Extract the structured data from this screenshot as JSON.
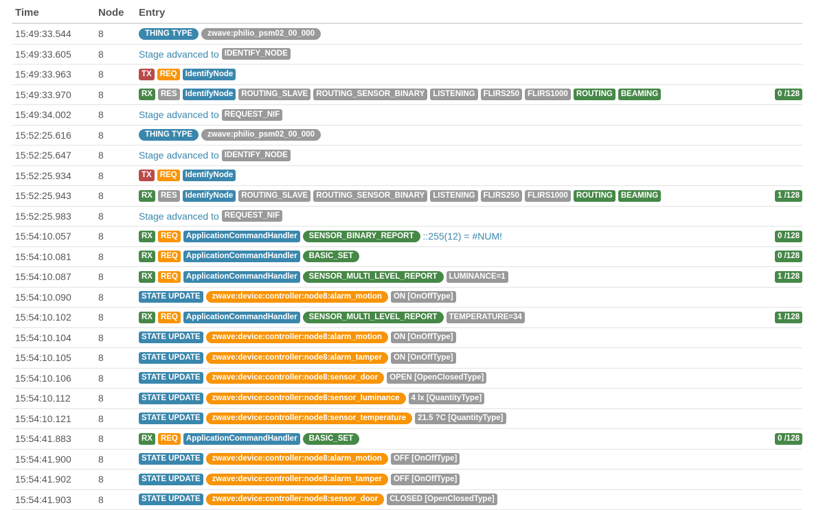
{
  "headers": {
    "time": "Time",
    "node": "Node",
    "entry": "Entry"
  },
  "colors": {
    "blue": "#3a87ad",
    "gray": "#999999",
    "red": "#b94a48",
    "orange": "#f89406",
    "green": "#468847"
  },
  "rows": [
    {
      "time": "15:49:33.544",
      "node": "8",
      "entry": [
        {
          "t": "THING TYPE",
          "c": "blue",
          "pill": true
        },
        {
          "t": "zwave:philio_psm02_00_000",
          "c": "gray",
          "pill": true
        }
      ]
    },
    {
      "time": "15:49:33.605",
      "node": "8",
      "entry": [
        {
          "t": "Stage advanced to",
          "c": "text"
        },
        {
          "t": "IDENTIFY_NODE",
          "c": "gray"
        }
      ]
    },
    {
      "time": "15:49:33.963",
      "node": "8",
      "entry": [
        {
          "t": "TX",
          "c": "red"
        },
        {
          "t": "REQ",
          "c": "orange"
        },
        {
          "t": "IdentifyNode",
          "c": "blue"
        }
      ]
    },
    {
      "time": "15:49:33.970",
      "node": "8",
      "entry": [
        {
          "t": "RX",
          "c": "green"
        },
        {
          "t": "RES",
          "c": "gray"
        },
        {
          "t": "IdentifyNode",
          "c": "blue"
        },
        {
          "t": "ROUTING_SLAVE",
          "c": "gray"
        },
        {
          "t": "ROUTING_SENSOR_BINARY",
          "c": "gray"
        },
        {
          "t": "LISTENING",
          "c": "gray"
        },
        {
          "t": "FLIRS250",
          "c": "gray"
        },
        {
          "t": "FLIRS1000",
          "c": "gray"
        },
        {
          "t": "ROUTING",
          "c": "green"
        },
        {
          "t": "BEAMING",
          "c": "green"
        }
      ],
      "count": "0 /128"
    },
    {
      "time": "15:49:34.002",
      "node": "8",
      "entry": [
        {
          "t": "Stage advanced to",
          "c": "text"
        },
        {
          "t": "REQUEST_NIF",
          "c": "gray"
        }
      ]
    },
    {
      "time": "15:52:25.616",
      "node": "8",
      "entry": [
        {
          "t": "THING TYPE",
          "c": "blue",
          "pill": true
        },
        {
          "t": "zwave:philio_psm02_00_000",
          "c": "gray",
          "pill": true
        }
      ]
    },
    {
      "time": "15:52:25.647",
      "node": "8",
      "entry": [
        {
          "t": "Stage advanced to",
          "c": "text"
        },
        {
          "t": "IDENTIFY_NODE",
          "c": "gray"
        }
      ]
    },
    {
      "time": "15:52:25.934",
      "node": "8",
      "entry": [
        {
          "t": "TX",
          "c": "red"
        },
        {
          "t": "REQ",
          "c": "orange"
        },
        {
          "t": "IdentifyNode",
          "c": "blue"
        }
      ]
    },
    {
      "time": "15:52:25.943",
      "node": "8",
      "entry": [
        {
          "t": "RX",
          "c": "green"
        },
        {
          "t": "RES",
          "c": "gray"
        },
        {
          "t": "IdentifyNode",
          "c": "blue"
        },
        {
          "t": "ROUTING_SLAVE",
          "c": "gray"
        },
        {
          "t": "ROUTING_SENSOR_BINARY",
          "c": "gray"
        },
        {
          "t": "LISTENING",
          "c": "gray"
        },
        {
          "t": "FLIRS250",
          "c": "gray"
        },
        {
          "t": "FLIRS1000",
          "c": "gray"
        },
        {
          "t": "ROUTING",
          "c": "green"
        },
        {
          "t": "BEAMING",
          "c": "green"
        }
      ],
      "count": "1 /128"
    },
    {
      "time": "15:52:25.983",
      "node": "8",
      "entry": [
        {
          "t": "Stage advanced to",
          "c": "text"
        },
        {
          "t": "REQUEST_NIF",
          "c": "gray"
        }
      ]
    },
    {
      "time": "15:54:10.057",
      "node": "8",
      "entry": [
        {
          "t": "RX",
          "c": "green"
        },
        {
          "t": "REQ",
          "c": "orange"
        },
        {
          "t": "ApplicationCommandHandler",
          "c": "blue"
        },
        {
          "t": "SENSOR_BINARY_REPORT",
          "c": "green",
          "pill": true
        },
        {
          "t": "::255(12) = #NUM!",
          "c": "text"
        }
      ],
      "count": "0 /128"
    },
    {
      "time": "15:54:10.081",
      "node": "8",
      "entry": [
        {
          "t": "RX",
          "c": "green"
        },
        {
          "t": "REQ",
          "c": "orange"
        },
        {
          "t": "ApplicationCommandHandler",
          "c": "blue"
        },
        {
          "t": "BASIC_SET",
          "c": "green",
          "pill": true
        }
      ],
      "count": "0 /128"
    },
    {
      "time": "15:54:10.087",
      "node": "8",
      "entry": [
        {
          "t": "RX",
          "c": "green"
        },
        {
          "t": "REQ",
          "c": "orange"
        },
        {
          "t": "ApplicationCommandHandler",
          "c": "blue"
        },
        {
          "t": "SENSOR_MULTI_LEVEL_REPORT",
          "c": "green",
          "pill": true
        },
        {
          "t": "LUMINANCE=1",
          "c": "gray"
        }
      ],
      "count": "1 /128"
    },
    {
      "time": "15:54:10.090",
      "node": "8",
      "entry": [
        {
          "t": "STATE UPDATE",
          "c": "blue"
        },
        {
          "t": "zwave:device:controller:node8:alarm_motion",
          "c": "orange",
          "pill": true
        },
        {
          "t": "ON [OnOffType]",
          "c": "gray"
        }
      ]
    },
    {
      "time": "15:54:10.102",
      "node": "8",
      "entry": [
        {
          "t": "RX",
          "c": "green"
        },
        {
          "t": "REQ",
          "c": "orange"
        },
        {
          "t": "ApplicationCommandHandler",
          "c": "blue"
        },
        {
          "t": "SENSOR_MULTI_LEVEL_REPORT",
          "c": "green",
          "pill": true
        },
        {
          "t": "TEMPERATURE=34",
          "c": "gray"
        }
      ],
      "count": "1 /128"
    },
    {
      "time": "15:54:10.104",
      "node": "8",
      "entry": [
        {
          "t": "STATE UPDATE",
          "c": "blue"
        },
        {
          "t": "zwave:device:controller:node8:alarm_motion",
          "c": "orange",
          "pill": true
        },
        {
          "t": "ON [OnOffType]",
          "c": "gray"
        }
      ]
    },
    {
      "time": "15:54:10.105",
      "node": "8",
      "entry": [
        {
          "t": "STATE UPDATE",
          "c": "blue"
        },
        {
          "t": "zwave:device:controller:node8:alarm_tamper",
          "c": "orange",
          "pill": true
        },
        {
          "t": "ON [OnOffType]",
          "c": "gray"
        }
      ]
    },
    {
      "time": "15:54:10.106",
      "node": "8",
      "entry": [
        {
          "t": "STATE UPDATE",
          "c": "blue"
        },
        {
          "t": "zwave:device:controller:node8:sensor_door",
          "c": "orange",
          "pill": true
        },
        {
          "t": "OPEN [OpenClosedType]",
          "c": "gray"
        }
      ]
    },
    {
      "time": "15:54:10.112",
      "node": "8",
      "entry": [
        {
          "t": "STATE UPDATE",
          "c": "blue"
        },
        {
          "t": "zwave:device:controller:node8:sensor_luminance",
          "c": "orange",
          "pill": true
        },
        {
          "t": "4 lx [QuantityType]",
          "c": "gray"
        }
      ]
    },
    {
      "time": "15:54:10.121",
      "node": "8",
      "entry": [
        {
          "t": "STATE UPDATE",
          "c": "blue"
        },
        {
          "t": "zwave:device:controller:node8:sensor_temperature",
          "c": "orange",
          "pill": true
        },
        {
          "t": "21.5 ?C [QuantityType]",
          "c": "gray"
        }
      ]
    },
    {
      "time": "15:54:41.883",
      "node": "8",
      "entry": [
        {
          "t": "RX",
          "c": "green"
        },
        {
          "t": "REQ",
          "c": "orange"
        },
        {
          "t": "ApplicationCommandHandler",
          "c": "blue"
        },
        {
          "t": "BASIC_SET",
          "c": "green",
          "pill": true
        }
      ],
      "count": "0 /128"
    },
    {
      "time": "15:54:41.900",
      "node": "8",
      "entry": [
        {
          "t": "STATE UPDATE",
          "c": "blue"
        },
        {
          "t": "zwave:device:controller:node8:alarm_motion",
          "c": "orange",
          "pill": true
        },
        {
          "t": "OFF [OnOffType]",
          "c": "gray"
        }
      ]
    },
    {
      "time": "15:54:41.902",
      "node": "8",
      "entry": [
        {
          "t": "STATE UPDATE",
          "c": "blue"
        },
        {
          "t": "zwave:device:controller:node8:alarm_tamper",
          "c": "orange",
          "pill": true
        },
        {
          "t": "OFF [OnOffType]",
          "c": "gray"
        }
      ]
    },
    {
      "time": "15:54:41.903",
      "node": "8",
      "entry": [
        {
          "t": "STATE UPDATE",
          "c": "blue"
        },
        {
          "t": "zwave:device:controller:node8:sensor_door",
          "c": "orange",
          "pill": true
        },
        {
          "t": "CLOSED [OpenClosedType]",
          "c": "gray"
        }
      ]
    }
  ]
}
